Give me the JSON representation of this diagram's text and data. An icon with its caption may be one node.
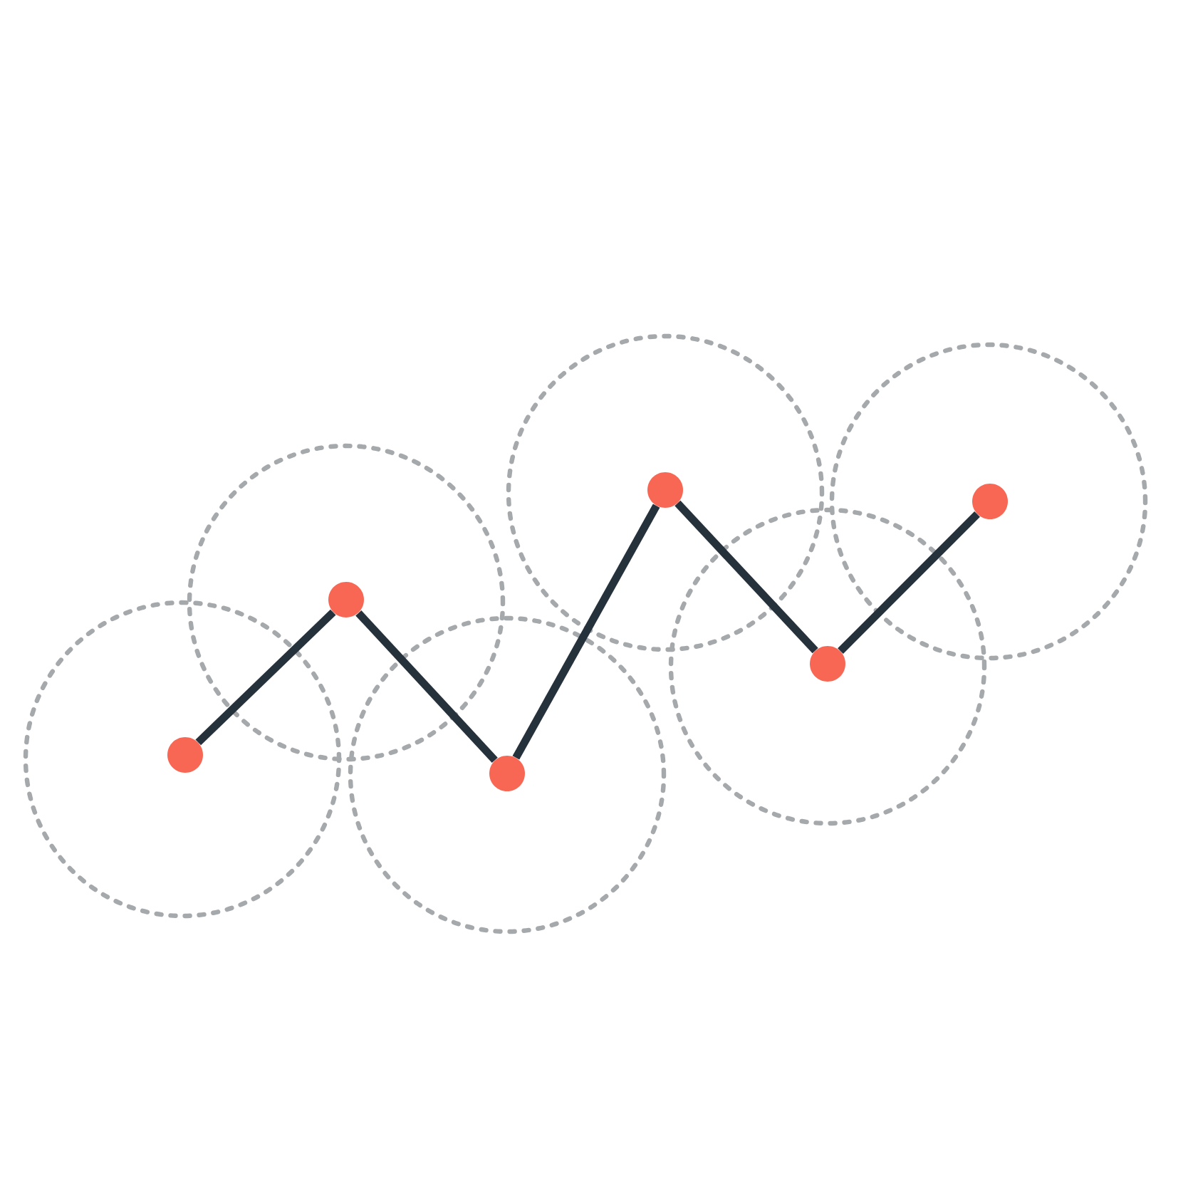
{
  "diagram": {
    "nodes": [
      {
        "text": [],
        "shape": "circle"
      },
      {
        "text": [],
        "shape": "circle"
      },
      {
        "text": [],
        "shape": "circle"
      },
      {
        "text": [],
        "shape": "circle"
      },
      {
        "text": [],
        "shape": "circle"
      },
      {
        "text": [],
        "shape": "circle"
      }
    ],
    "edges": [
      {
        "from": 0,
        "to": 1,
        "arrow": "none"
      },
      {
        "from": 1,
        "to": 2,
        "arrow": "none"
      },
      {
        "from": 2,
        "to": 3,
        "arrow": "none"
      },
      {
        "from": 3,
        "to": 4,
        "arrow": "none"
      },
      {
        "from": 4,
        "to": 5,
        "arrow": "none"
      }
    ]
  }
}
